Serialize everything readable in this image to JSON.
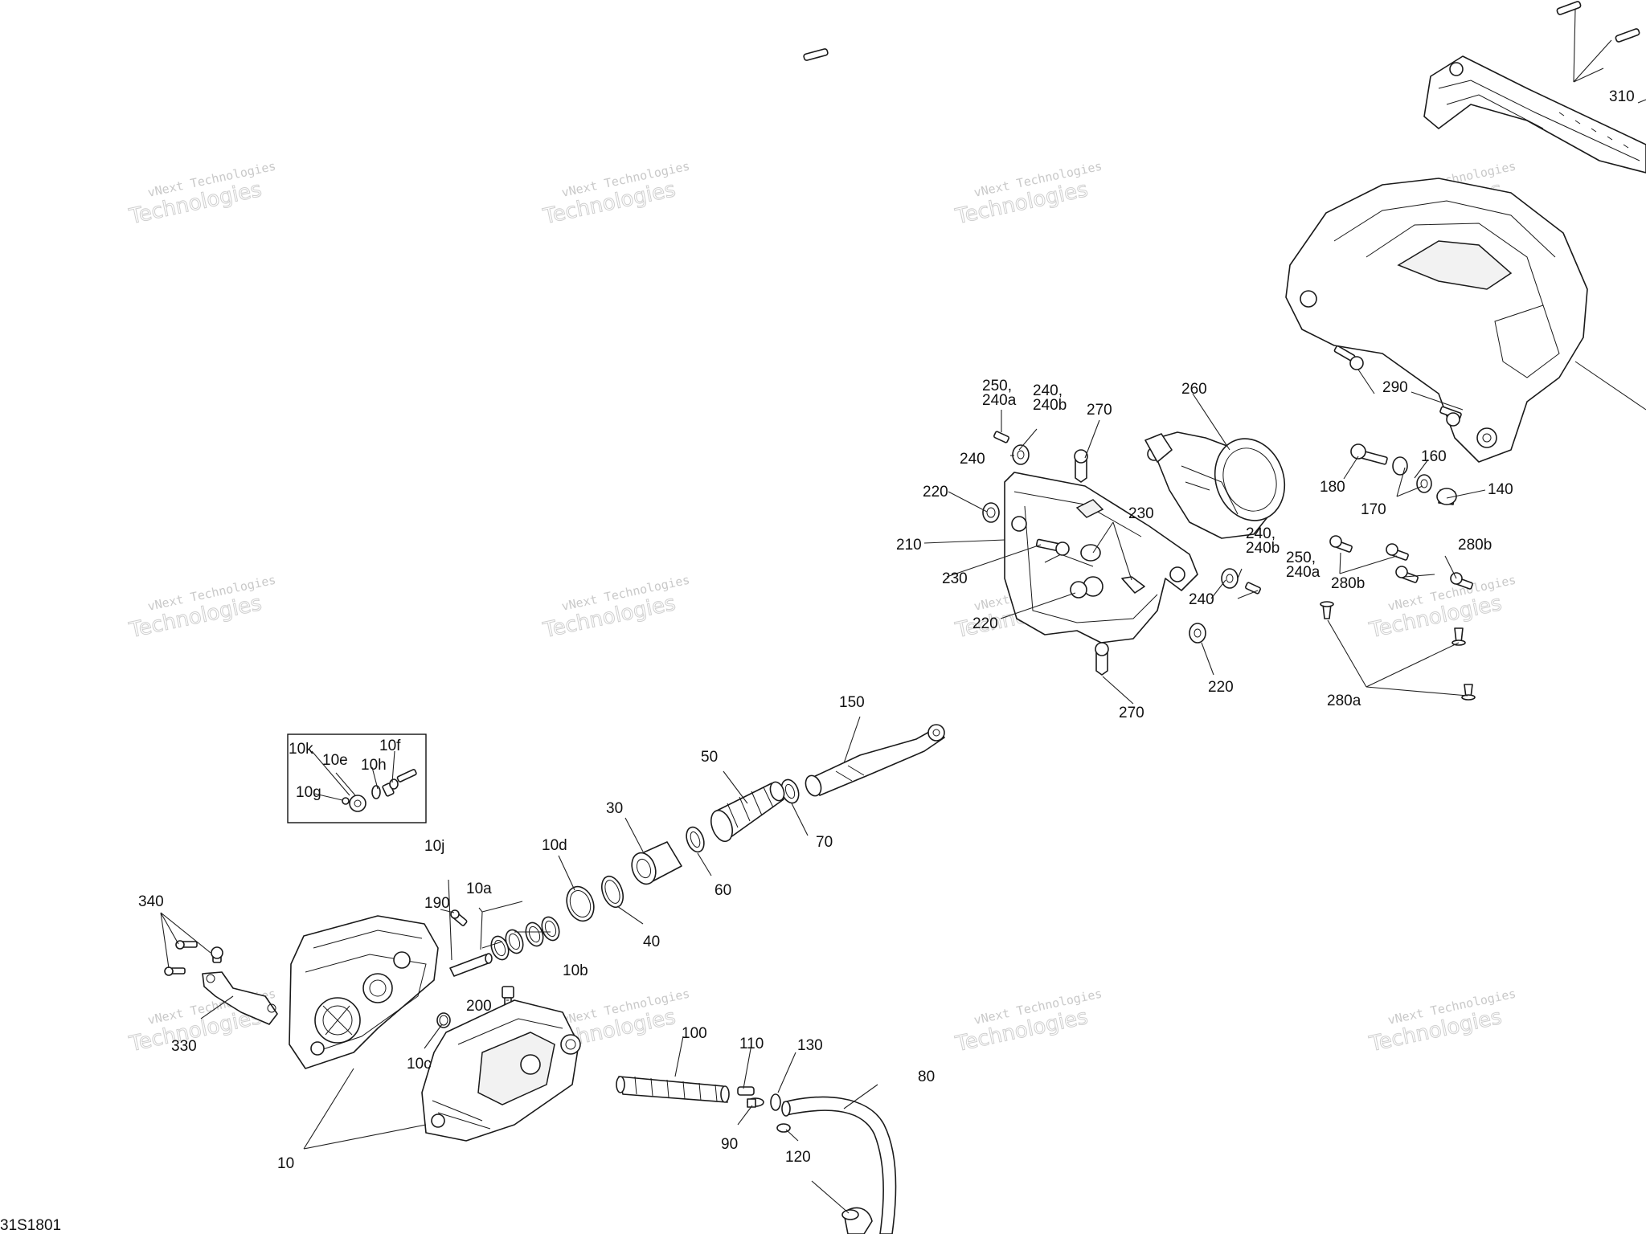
{
  "diagram": {
    "figure_code": "31S1801",
    "watermark": {
      "line1": "vNext Technologies",
      "line2": "Technologies"
    },
    "callouts": {
      "c10": "10",
      "c10a": "10a",
      "c10b": "10b",
      "c10c": "10c",
      "c10d": "10d",
      "c10e": "10e",
      "c10f": "10f",
      "c10g": "10g",
      "c10h": "10h",
      "c10j": "10j",
      "c10k": "10k",
      "c30": "30",
      "c40": "40",
      "c50": "50",
      "c60": "60",
      "c70": "70",
      "c80": "80",
      "c90": "90",
      "c100": "100",
      "c110": "110",
      "c120": "120",
      "c130": "130",
      "c140": "140",
      "c150": "150",
      "c160": "160",
      "c170": "170",
      "c180": "180",
      "c190": "190",
      "c200": "200",
      "c210": "210",
      "c220a": "220",
      "c220b": "220",
      "c220c": "220",
      "c230a": "230",
      "c230b": "230",
      "c240a": "240",
      "c240b": "240",
      "c240_240b_1a": "240,",
      "c240_240b_1b": "240b",
      "c240_240b_2a": "240,",
      "c240_240b_2b": "240b",
      "c250_240a_1a": "250,",
      "c250_240a_1b": "240a",
      "c250_240a_2a": "250,",
      "c250_240a_2b": "240a",
      "c260": "260",
      "c270a": "270",
      "c270b": "270",
      "c280a": "280a",
      "c280b1": "280b",
      "c280b2": "280b",
      "c290": "290",
      "c310": "310",
      "c330": "330",
      "c340": "340"
    }
  }
}
